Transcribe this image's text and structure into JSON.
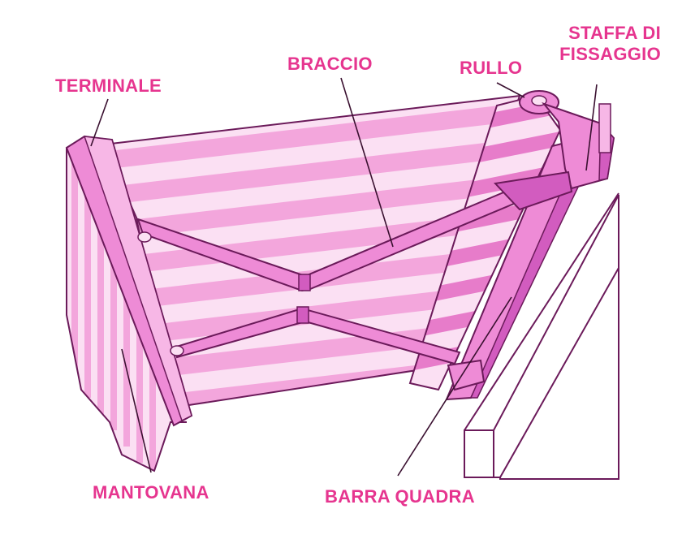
{
  "colors": {
    "accent": "#e6358f",
    "outline": "#6b1a5a",
    "fabric_light": "#fbe0f3",
    "fabric_stripe": "#f3a6dc",
    "metal": "#ee8bd6",
    "metal_dark": "#d25cbf"
  },
  "labels": {
    "terminale": "TERMINALE",
    "braccio": "BRACCIO",
    "rullo": "RULLO",
    "staffa_line1": "STAFFA DI",
    "staffa_line2": "FISSAGGIO",
    "mantovana": "MANTOVANA",
    "barra_quadra": "BARRA QUADRA"
  }
}
